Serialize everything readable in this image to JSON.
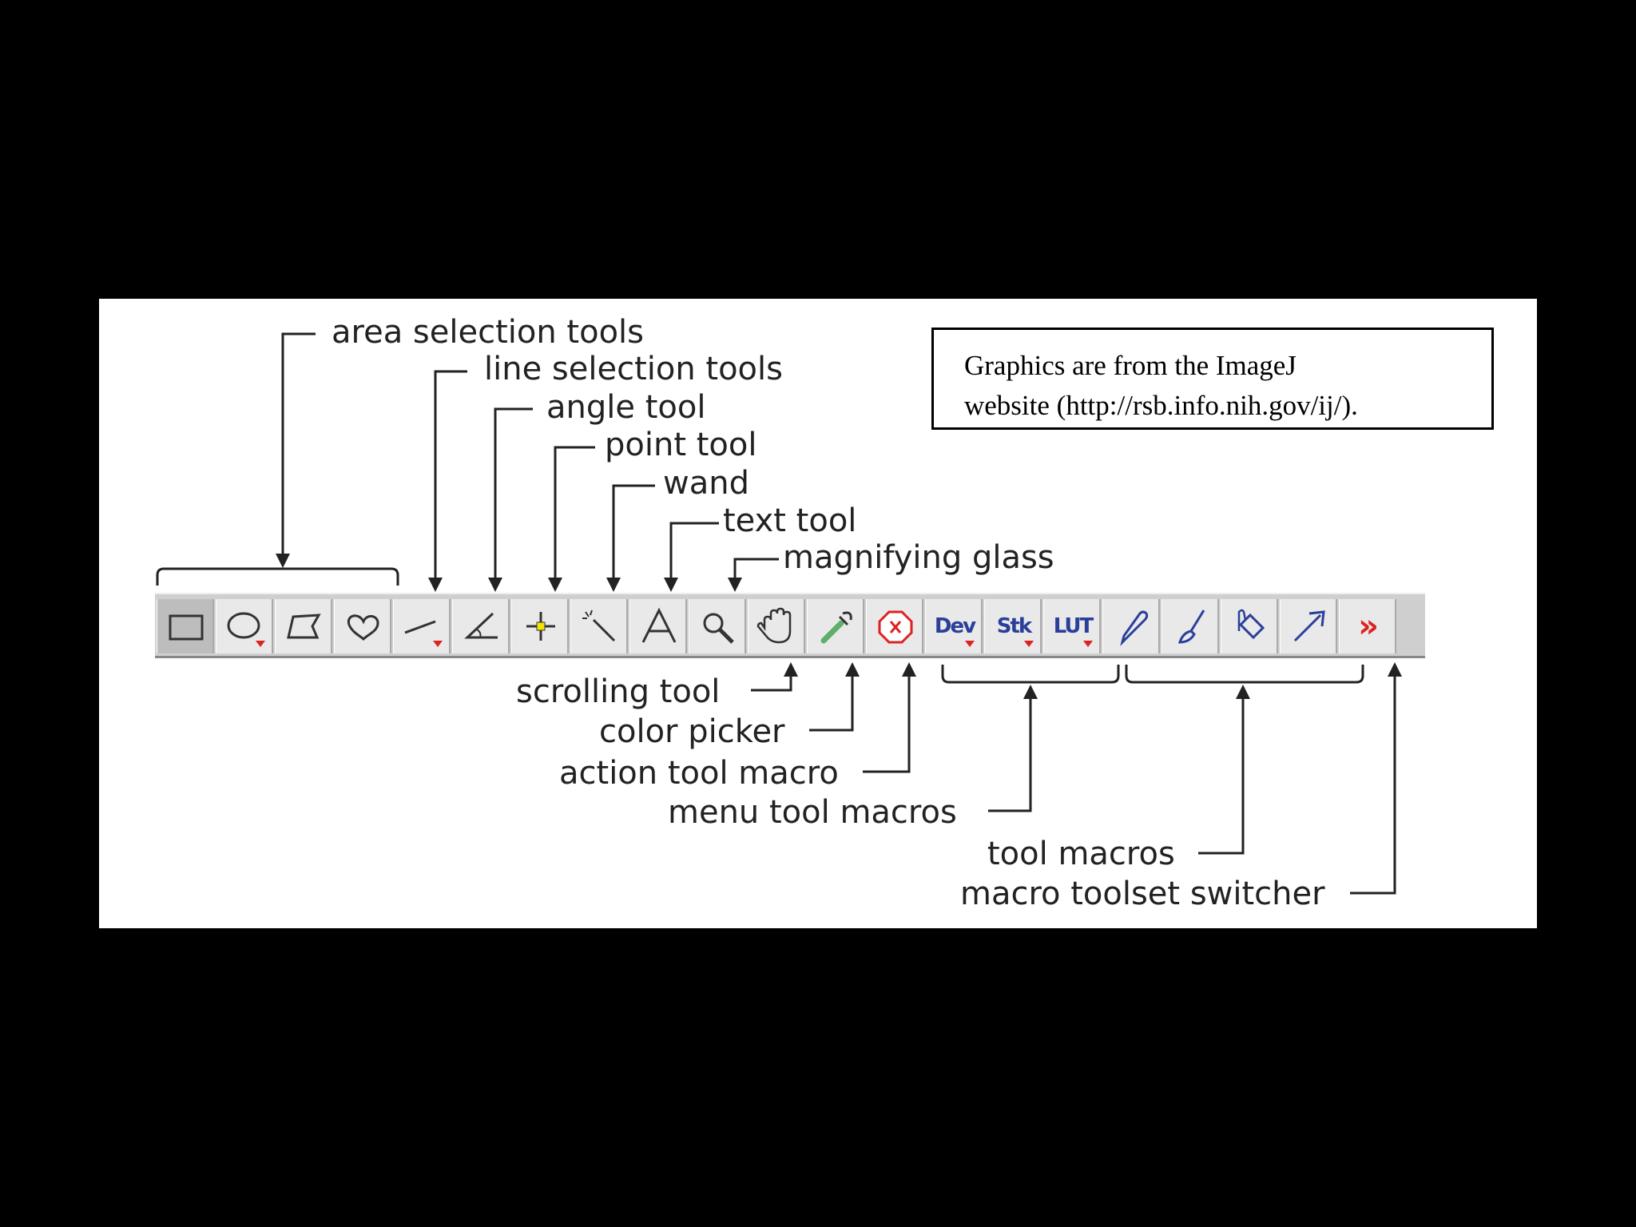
{
  "labels": {
    "area_selection": "area selection tools",
    "line_selection": "line selection tools",
    "angle": "angle tool",
    "point": "point tool",
    "wand": "wand",
    "text": "text tool",
    "magnifier": "magnifying glass",
    "scrolling": "scrolling tool",
    "color_picker": "color picker",
    "action_macro": "action tool macro",
    "menu_macros": "menu tool macros",
    "tool_macros": "tool macros",
    "toolset_switcher": "macro toolset switcher"
  },
  "note": {
    "line1": "Graphics are from the ImageJ",
    "line2": "website (http://rsb.info.nih.gov/ij/)."
  },
  "toolbar": {
    "tools": [
      {
        "icon": "rectangle-icon",
        "selected": true
      },
      {
        "icon": "oval-icon",
        "dropdown": true
      },
      {
        "icon": "polygon-icon"
      },
      {
        "icon": "freehand-icon"
      },
      {
        "icon": "line-icon",
        "dropdown": true
      },
      {
        "icon": "angle-icon"
      },
      {
        "icon": "point-icon"
      },
      {
        "icon": "wand-icon"
      },
      {
        "icon": "text-icon"
      },
      {
        "icon": "magnifier-icon"
      },
      {
        "icon": "hand-icon"
      },
      {
        "icon": "color-picker-icon"
      },
      {
        "icon": "action-macro-icon"
      },
      {
        "icon": "dev-icon",
        "text": "Dev",
        "dropdown": true
      },
      {
        "icon": "stk-icon",
        "text": "Stk",
        "dropdown": true
      },
      {
        "icon": "lut-icon",
        "text": "LUT",
        "dropdown": true
      },
      {
        "icon": "pencil-icon"
      },
      {
        "icon": "brush-icon"
      },
      {
        "icon": "flood-fill-icon"
      },
      {
        "icon": "arrow-icon"
      },
      {
        "icon": "switcher-icon",
        "text": "»"
      }
    ]
  },
  "colors": {
    "background": "#000000",
    "panel": "#ffffff",
    "label": "#222222",
    "toolbar": "#cfcfcf",
    "macro_text": "#2a3f9a",
    "accent_red": "#d22222"
  }
}
